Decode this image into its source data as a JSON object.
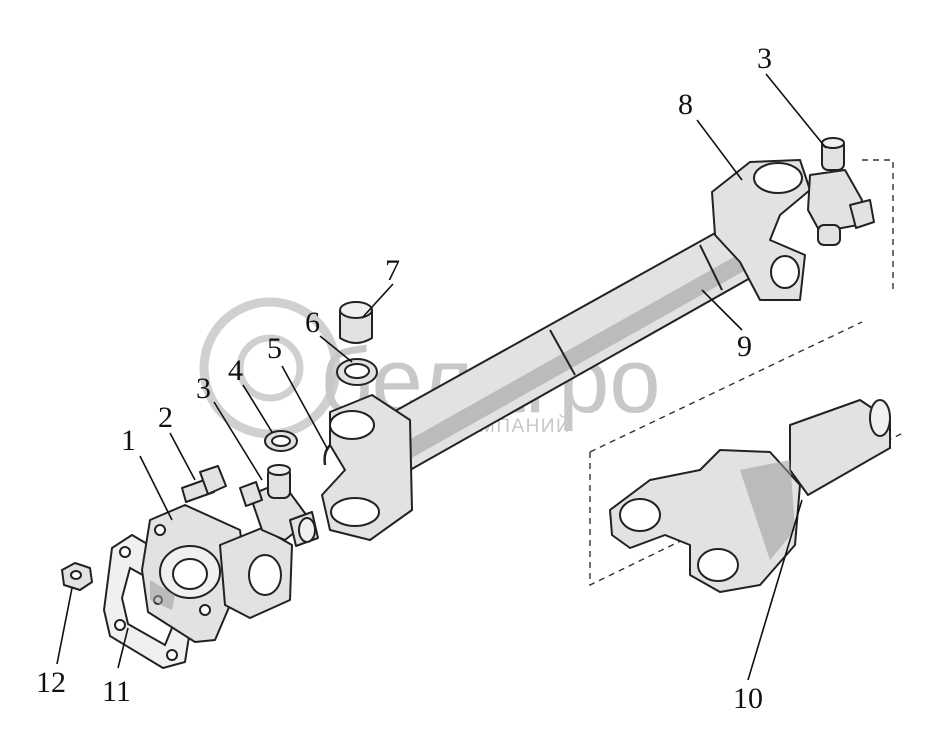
{
  "watermark": {
    "brand": "белагро",
    "subtitle": "ГРУППА КОМПАНИЙ"
  },
  "callouts": [
    "1",
    "2",
    "3",
    "4",
    "5",
    "6",
    "7",
    "8",
    "9",
    "10",
    "11",
    "12",
    "3"
  ],
  "colors": {
    "line": "#222222",
    "fill": "#e2e2e2",
    "watermark": "#c8c8c8"
  }
}
